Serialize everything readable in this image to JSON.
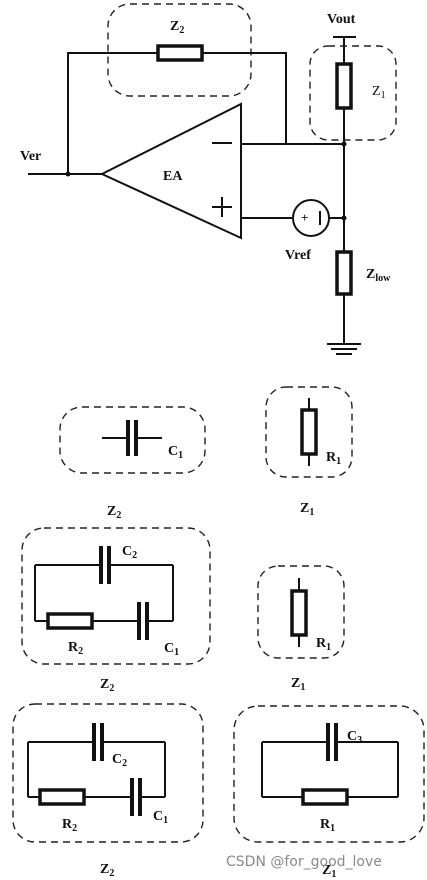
{
  "circuit": {
    "vout": "Vout",
    "ver": "Ver",
    "ea": "EA",
    "minus": "−",
    "plus": "+",
    "vref": "Vref",
    "z2": {
      "base": "Z",
      "sub": "2"
    },
    "z1": {
      "base": "Z",
      "sub": "1"
    },
    "zlow": {
      "base": "Z",
      "sub": "low"
    }
  },
  "variant1": {
    "c1": {
      "base": "C",
      "sub": "1"
    },
    "r1": {
      "base": "R",
      "sub": "1"
    },
    "z2": {
      "base": "Z",
      "sub": "2"
    },
    "z1": {
      "base": "Z",
      "sub": "1"
    }
  },
  "variant2": {
    "c2": {
      "base": "C",
      "sub": "2"
    },
    "r2": {
      "base": "R",
      "sub": "2"
    },
    "c1": {
      "base": "C",
      "sub": "1"
    },
    "r1": {
      "base": "R",
      "sub": "1"
    },
    "z2": {
      "base": "Z",
      "sub": "2"
    },
    "z1": {
      "base": "Z",
      "sub": "1"
    }
  },
  "variant3": {
    "c2": {
      "base": "C",
      "sub": "2"
    },
    "r2": {
      "base": "R",
      "sub": "2"
    },
    "c1": {
      "base": "C",
      "sub": "1"
    },
    "c3": {
      "base": "C",
      "sub": "3"
    },
    "r1": {
      "base": "R",
      "sub": "1"
    },
    "z2": {
      "base": "Z",
      "sub": "2"
    },
    "z1": {
      "base": "Z",
      "sub": "1"
    }
  },
  "watermark": "CSDN @for_good_love"
}
